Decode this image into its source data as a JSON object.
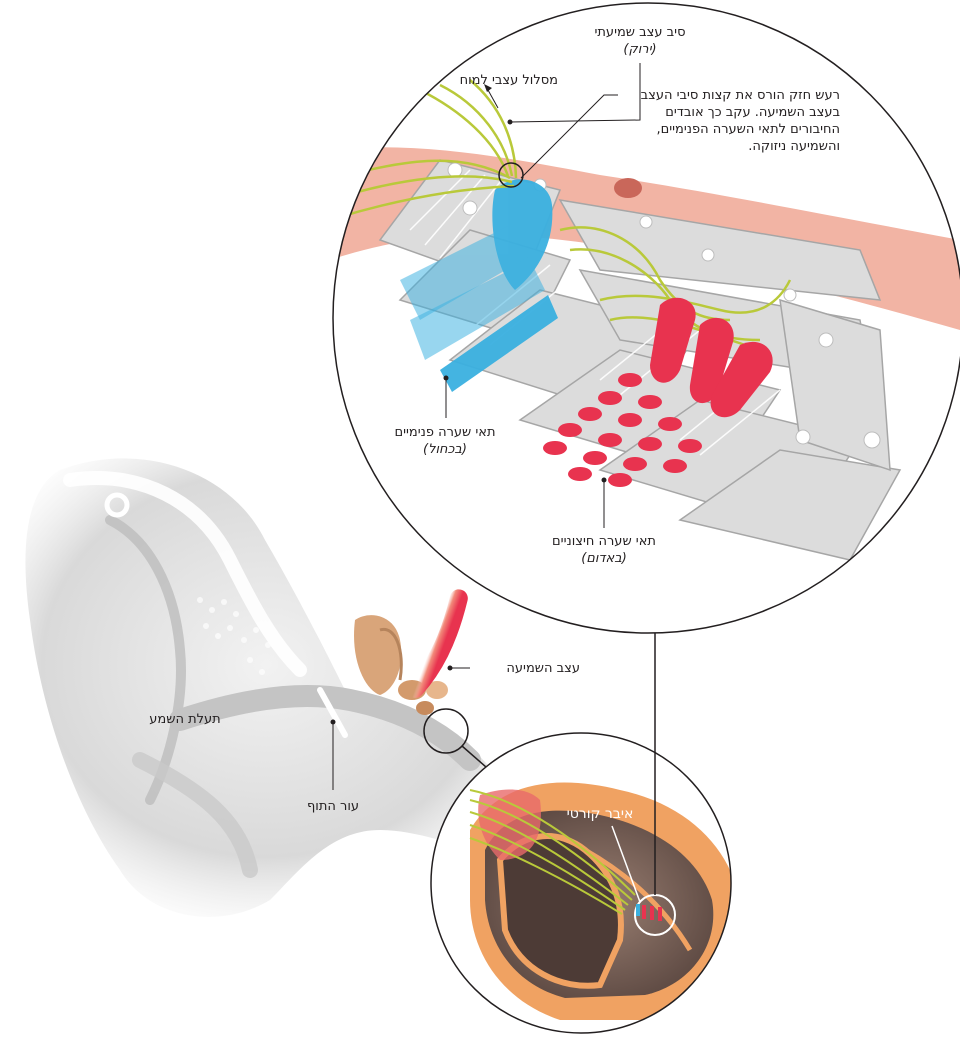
{
  "labels": {
    "auditory_nerve_fiber": "סיב עצב שמיעתי",
    "auditory_nerve_fiber_color": "(ירוק)",
    "neural_pathway_to_brain": "מסלול עצבי למוח",
    "noise_damage_1": "רעש חזק הורס את קצות סיבי העצב",
    "noise_damage_2": "בעצב השמיעה. עקב כך אובדים",
    "noise_damage_3": "החיבורים לתאי השערה הפנימיים,",
    "noise_damage_4": "והשמיעה ניזוקה.",
    "inner_hair_cells": "תאי שערה פנימיים",
    "inner_hair_cells_color": "(בכחול)",
    "outer_hair_cells": "תאי שערה חיצוניים",
    "outer_hair_cells_color": "(באדום)",
    "auditory_nerve": "עצב השמיעה",
    "ear_canal": "תעלת השמע",
    "eardrum": "עור התוף",
    "organ_of_corti": "איבר קורטי"
  },
  "colors": {
    "inner_hair_cells": "#3ab0e0",
    "outer_hair_cells": "#e8334f",
    "nerve_fibers": "#b9c93a",
    "membrane": "#f2b4a4",
    "cochlea_wall": "#f0a262",
    "ossicles": "#d9a57a"
  }
}
